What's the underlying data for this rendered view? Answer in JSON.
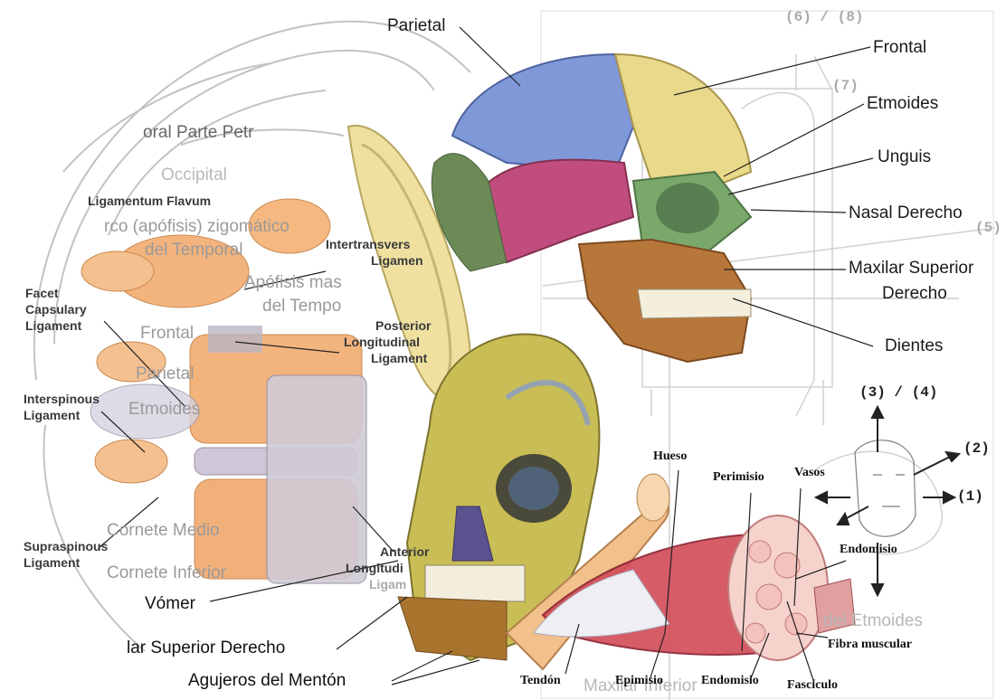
{
  "skull_right_labels": {
    "parietal": "Parietal",
    "frontal": "Frontal",
    "etmoides": "Etmoides",
    "unguis": "Unguis",
    "nasal_derecho": "Nasal Derecho",
    "maxilar_superior_1": "Maxilar Superior",
    "maxilar_superior_2": "Derecho",
    "dientes": "Dientes"
  },
  "faded_left_labels": {
    "temporal_petr": "oral Parte Petr",
    "occipital": "Occipital",
    "zigomatico": "rco (apófisis) zigomático",
    "del_temporal": "del Temporal",
    "apofisis_mas": "Apófisis mas",
    "del_tempo": "del Tempo",
    "frontal": "Frontal",
    "parietal": "Parietal",
    "etmoides": "Etmoides",
    "cornete_medio": "Cornete Medio",
    "cornete_inferior": "Cornete Inferior",
    "vomer": "Vómer",
    "maxilar_superior_derecho": "lar Superior Derecho",
    "agujeros_menton": "Agujeros del Mentón",
    "del_etmoides": "del Etmoides",
    "maxilar_inferior": "Maxilar Inferior"
  },
  "spine_labels": {
    "ligamentum_flavum": "Ligamentum Flavum",
    "intertransverse_1": "Intertransvers",
    "intertransverse_2": "Ligamen",
    "facet_1": "Facet",
    "facet_2": "Capsulary",
    "facet_3": "Ligament",
    "posterior_1": "Posterior",
    "posterior_2": "Longitudinal",
    "posterior_3": "Ligament",
    "interspinous_1": "Interspinous",
    "interspinous_2": "Ligament",
    "supraspinous_1": "Supraspinous",
    "supraspinous_2": "Ligament",
    "anterior_1": "Anterior",
    "anterior_2": "Longitudi",
    "anterior_3": "Ligam"
  },
  "muscle_labels": {
    "hueso": "Hueso",
    "perimisio": "Perimisio",
    "vasos": "Vasos",
    "endomisio_1": "Endomisio",
    "fibra_muscular": "Fibra muscular",
    "tendon": "Tendón",
    "epimisio": "Epimisio",
    "endomisio_2": "Endomisio",
    "fasciculo": "Fascículo"
  },
  "diagram_numbers": {
    "top": "(6)  /  (8)",
    "seven": "(7)",
    "five": "(5)",
    "three_four": "(3)  /  (4)",
    "two": "(2)",
    "one": "(1)"
  },
  "colors": {
    "parietal_blue": "#7f98d8",
    "frontal_yellow": "#e9d98a",
    "temporal_magenta": "#c04d7e",
    "sphenoid_green": "#7aa86a",
    "jaw_orange": "#b8773a",
    "vertebra": "#f2b27a",
    "disc": "#c9c3d2",
    "muscle": "#d24b57"
  }
}
